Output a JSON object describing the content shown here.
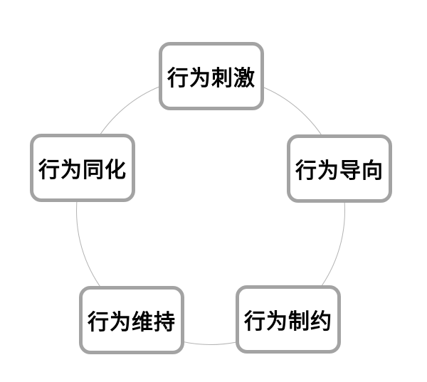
{
  "diagram": {
    "type": "cycle",
    "nodes": [
      {
        "id": "node-top",
        "label": "行为刺激",
        "position": "top"
      },
      {
        "id": "node-right",
        "label": "行为导向",
        "position": "right"
      },
      {
        "id": "node-bottom-right",
        "label": "行为制约",
        "position": "bottom-right"
      },
      {
        "id": "node-bottom-left",
        "label": "行为维持",
        "position": "bottom-left"
      },
      {
        "id": "node-left",
        "label": "行为同化",
        "position": "left"
      }
    ],
    "colors": {
      "node_border": "#a3a3a3",
      "node_background": "#ffffff",
      "node_text": "#000000",
      "circle_line": "#b3b3b3",
      "page_background": "#ffffff"
    }
  }
}
